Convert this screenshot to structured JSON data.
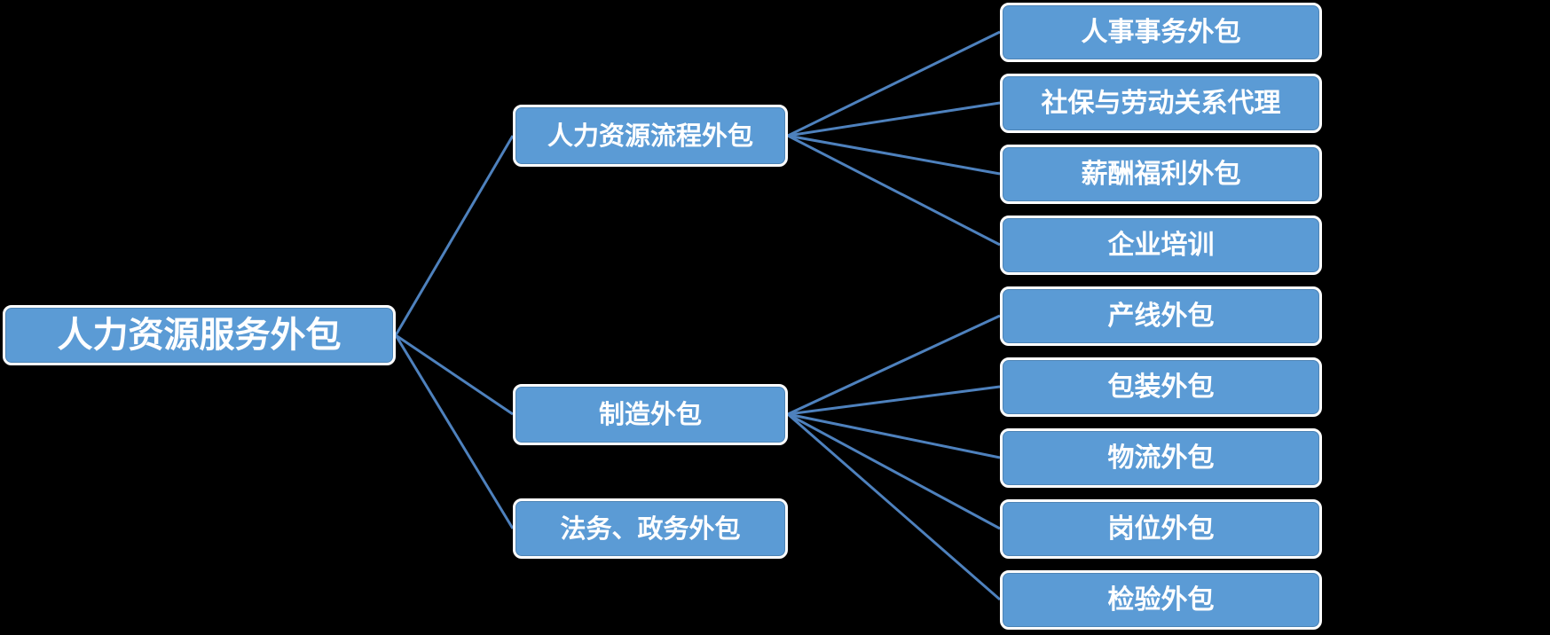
{
  "diagram": {
    "type": "tree",
    "direction": "left-to-right",
    "colors": {
      "background": "#000000",
      "node_fill": "#5B9BD5",
      "node_border": "#FFFFFF",
      "node_text": "#FFFFFF",
      "connector": "#4E81BD"
    },
    "root": {
      "label": "人力资源服务外包"
    },
    "branches": [
      {
        "label": "人力资源流程外包",
        "children": [
          "人事事务外包",
          "社保与劳动关系代理",
          "薪酬福利外包",
          "企业培训"
        ]
      },
      {
        "label": "制造外包",
        "children": [
          "产线外包",
          "包装外包",
          "物流外包",
          "岗位外包",
          "检验外包"
        ]
      },
      {
        "label": "法务、政务外包",
        "children": []
      }
    ]
  }
}
